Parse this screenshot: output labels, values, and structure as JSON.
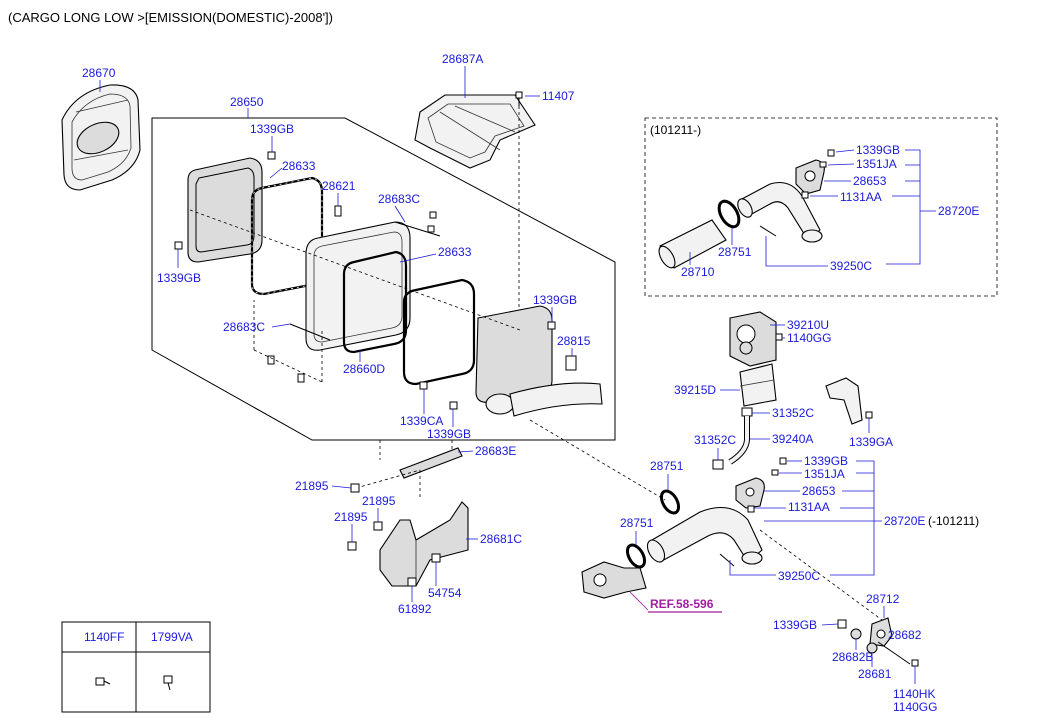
{
  "header": {
    "title": "(CARGO LONG LOW >[EMISSION(DOMESTIC)-2008'])"
  },
  "labels": {
    "p28670": "28670",
    "p28687A": "28687A",
    "p11407": "11407",
    "p28650": "28650",
    "p1339GB_a": "1339GB",
    "p28633_a": "28633",
    "p28621": "28621",
    "p28683C_a": "28683C",
    "p28633_b": "28633",
    "p1339GB_b": "1339GB",
    "p1339GB_c": "1339GB",
    "p28683C_b": "28683C",
    "p28815": "28815",
    "p28660D": "28660D",
    "p1339CA": "1339CA",
    "p1339GB_d": "1339GB",
    "p28683E": "28683E",
    "p21895_a": "21895",
    "p21895_b": "21895",
    "p21895_c": "21895",
    "p28681C": "28681C",
    "p54754": "54754",
    "p61892": "61892",
    "inset_title": "(101211-)",
    "i1339GB": "1339GB",
    "i1351JA": "1351JA",
    "i28653": "28653",
    "i1131AA": "1131AA",
    "i28720E": "28720E",
    "i28751": "28751",
    "i28710": "28710",
    "i39250C": "39250C",
    "p39210U": "39210U",
    "p1140GG_a": "1140GG",
    "p39215D": "39215D",
    "p31352C_a": "31352C",
    "p31352C_b": "31352C",
    "p39240A": "39240A",
    "p1339GA": "1339GA",
    "p28751_a": "28751",
    "p28751_b": "28751",
    "p1339GB_e": "1339GB",
    "p1351JA": "1351JA",
    "p28653": "28653",
    "p1131AA": "1131AA",
    "p28720E": "28720E",
    "p28720E_suffix": "(-101211)",
    "p39250C": "39250C",
    "ref": "REF.58-596",
    "p28712": "28712",
    "p1339GB_f": "1339GB",
    "p28682": "28682",
    "p28682B": "28682B",
    "p28681": "28681",
    "p1140HK": "1140HK",
    "p1140GG_b": "1140GG"
  },
  "legend": {
    "col1": "1140FF",
    "col2": "1799VA"
  }
}
